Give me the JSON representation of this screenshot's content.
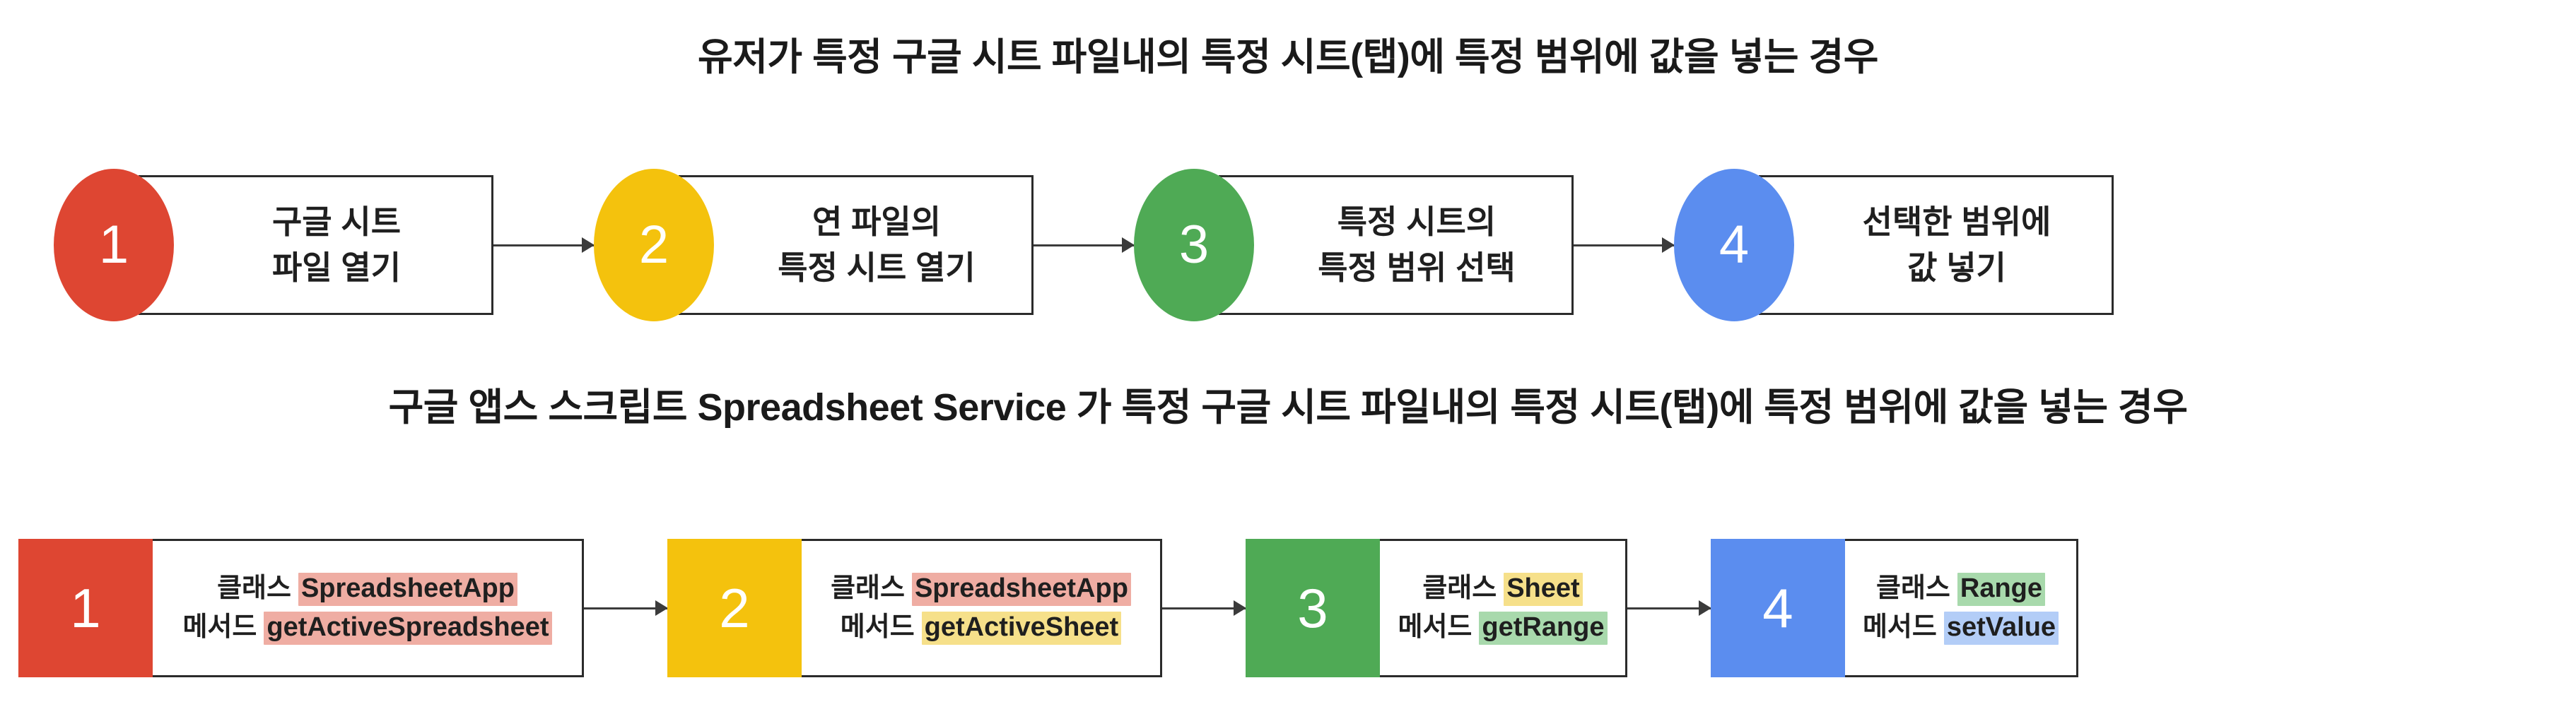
{
  "headings": {
    "user_flow": "유저가 특정 구글 시트 파일내의 특정 시트(탭)에 특정 범위에 값을 넣는 경우",
    "script_flow": "구글 앱스 스크립트 Spreadsheet Service 가 특정 구글 시트 파일내의 특정 시트(탭)에 특정 범위에 값을 넣는 경우"
  },
  "colors": {
    "red": "#DE4632",
    "yellow": "#F4C20D",
    "green": "#4FAA55",
    "blue": "#5B8DEF",
    "outline": "#2b2b2b",
    "arrow": "#3b3b3b",
    "highlight_pink": "#EFADA3",
    "highlight_yellow": "#F6E08A",
    "highlight_green": "#A8D9AC",
    "highlight_blue": "#B3CDF7"
  },
  "user_flow": {
    "steps": [
      {
        "number": "1",
        "color": "#DE4632",
        "line1": "구글 시트",
        "line2": "파일 열기"
      },
      {
        "number": "2",
        "color": "#F4C20D",
        "line1": "연 파일의",
        "line2": "특정 시트 열기"
      },
      {
        "number": "3",
        "color": "#4FAA55",
        "line1": "특정 시트의",
        "line2": "특정 범위 선택"
      },
      {
        "number": "4",
        "color": "#5B8DEF",
        "line1": "선택한 범위에",
        "line2": "값 넣기"
      }
    ]
  },
  "script_flow": {
    "class_label": "클래스",
    "method_label": "메서드",
    "steps": [
      {
        "number": "1",
        "color": "#DE4632",
        "class_name": "SpreadsheetApp",
        "class_highlight": "#EFADA3",
        "method_name": "getActiveSpreadsheet",
        "method_highlight": "#EFADA3"
      },
      {
        "number": "2",
        "color": "#F4C20D",
        "class_name": "SpreadsheetApp",
        "class_highlight": "#EFADA3",
        "method_name": "getActiveSheet",
        "method_highlight": "#F6E08A"
      },
      {
        "number": "3",
        "color": "#4FAA55",
        "class_name": "Sheet",
        "class_highlight": "#F6E08A",
        "method_name": "getRange",
        "method_highlight": "#A8D9AC"
      },
      {
        "number": "4",
        "color": "#5B8DEF",
        "class_name": "Range",
        "class_highlight": "#A8D9AC",
        "method_name": "setValue",
        "method_highlight": "#B3CDF7"
      }
    ]
  }
}
